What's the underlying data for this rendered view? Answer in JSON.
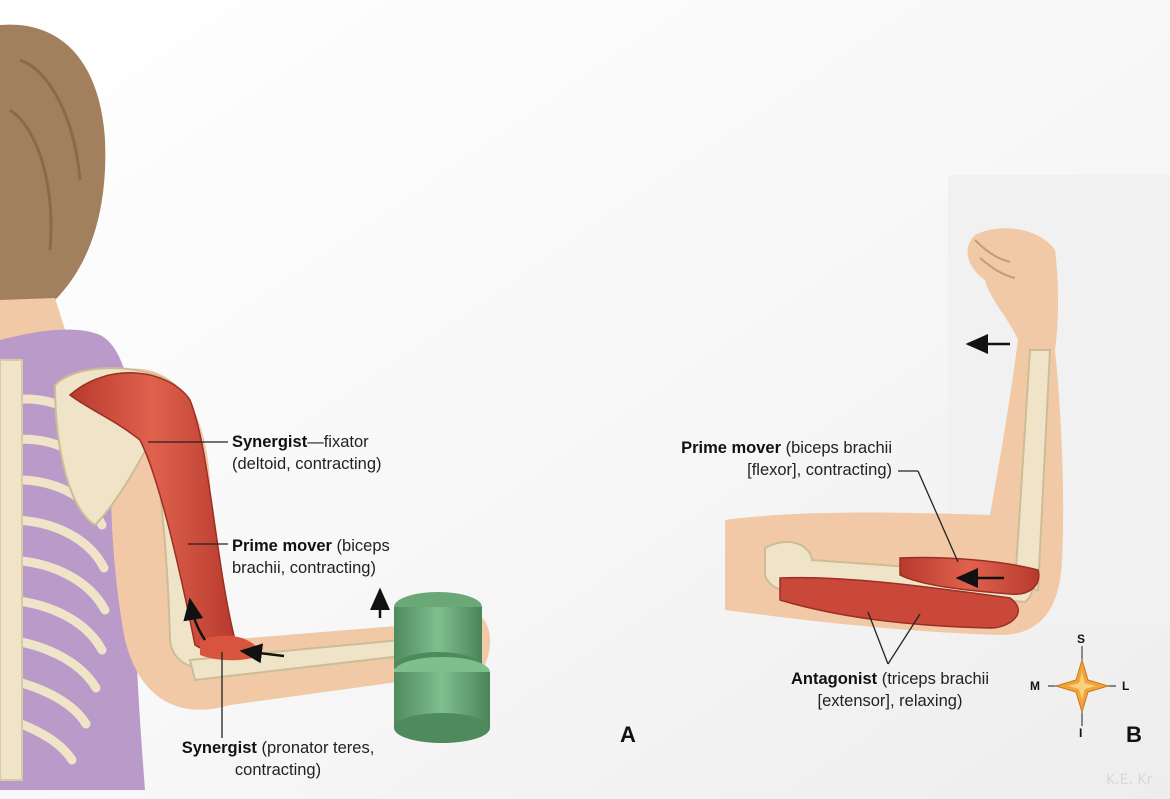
{
  "panel_a": {
    "letter": "A",
    "synergist_fixator": {
      "term": "Synergist",
      "rest1": "—fixator",
      "line2": "(deltoid, contracting)"
    },
    "prime_mover": {
      "term": "Prime mover",
      "rest1": " (biceps",
      "line2": "brachii, contracting)"
    },
    "synergist_pronator": {
      "term": "Synergist",
      "rest1": " (pronator teres,",
      "line2": "contracting)"
    }
  },
  "panel_b": {
    "letter": "B",
    "prime_mover": {
      "term": "Prime mover",
      "rest1": " (biceps brachii",
      "line2": "[flexor], contracting)"
    },
    "antagonist": {
      "term": "Antagonist",
      "rest1": " (triceps brachii",
      "line2": "[extensor], relaxing)"
    }
  },
  "compass": {
    "superior": "S",
    "inferior": "I",
    "medial": "M",
    "lateral": "L"
  },
  "watermark": "K.E. Kr",
  "colors": {
    "muscle": "#c9483a",
    "bone": "#efe3c8",
    "skin": "#f1c9a6",
    "shirt": "#b99ac8",
    "dumbbell": "#5c9a6c",
    "hair": "#a07e5c",
    "compass": "#f2a33a"
  }
}
